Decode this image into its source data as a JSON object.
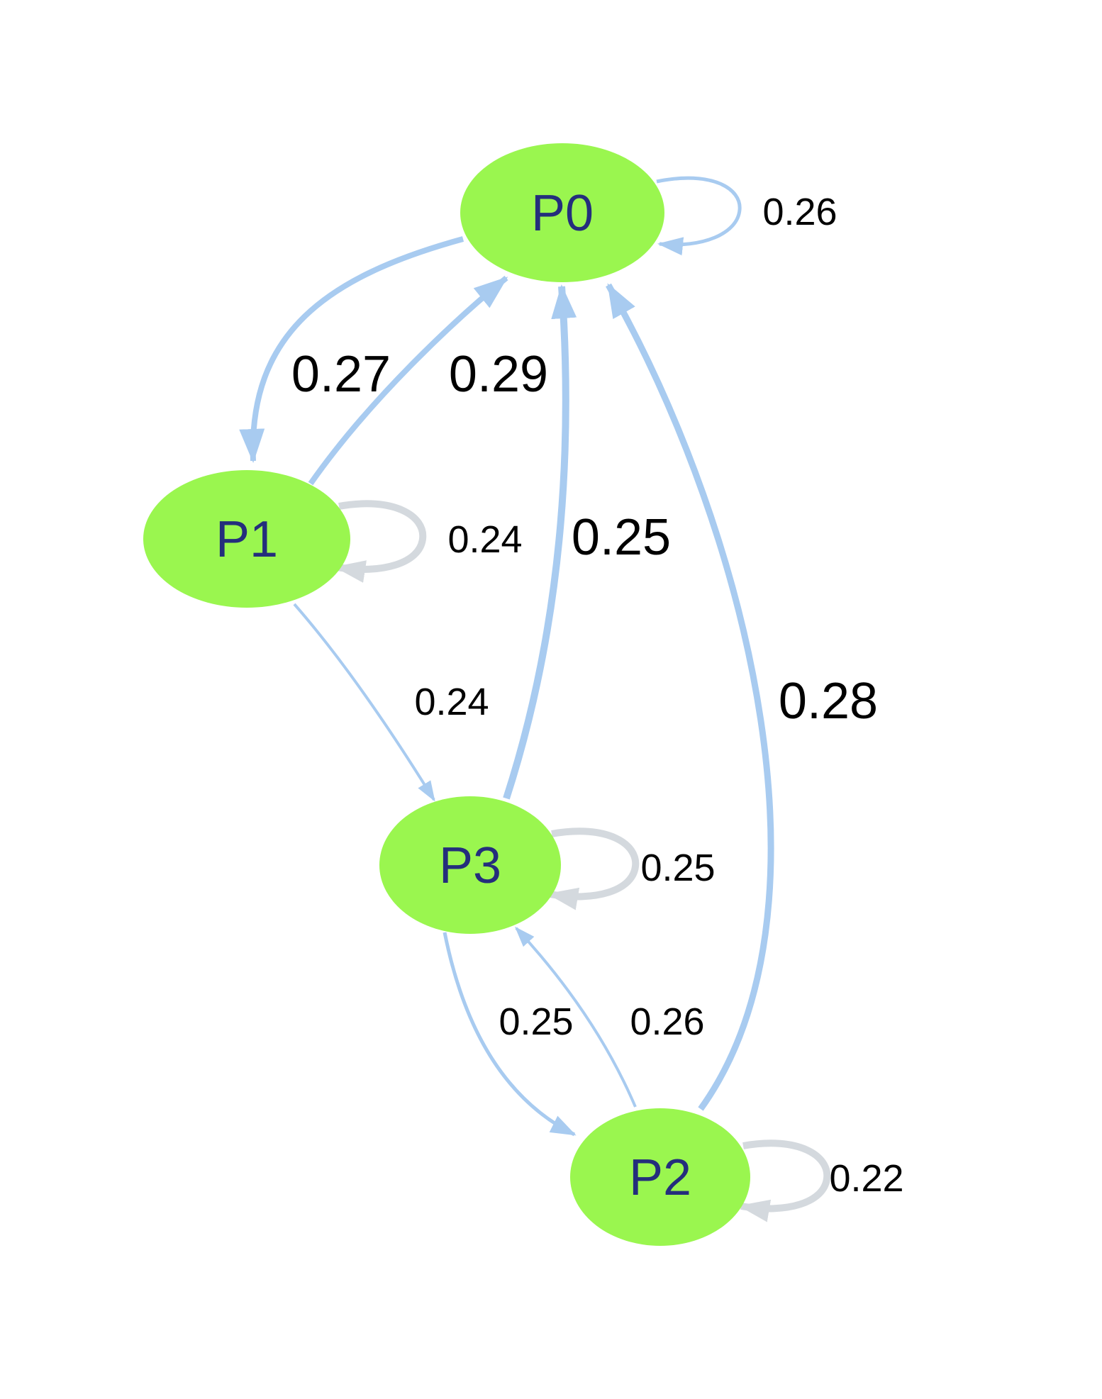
{
  "diagram": {
    "title": "state transition graph",
    "background": "#ffffff"
  },
  "colors": {
    "node_fill": "#9af64f",
    "node_label": "#242e7c",
    "edge_blue": "#a8cbf0",
    "edge_gray": "#d4d9de",
    "edge_label": "#000000"
  },
  "nodes": [
    {
      "id": "P0",
      "label": "P0"
    },
    {
      "id": "P1",
      "label": "P1"
    },
    {
      "id": "P3",
      "label": "P3"
    },
    {
      "id": "P2",
      "label": "P2"
    }
  ],
  "edges": [
    {
      "from": "P0",
      "to": "P0",
      "label": "0.26"
    },
    {
      "from": "P0",
      "to": "P1",
      "label": "0.27"
    },
    {
      "from": "P1",
      "to": "P0",
      "label": "0.29"
    },
    {
      "from": "P1",
      "to": "P1",
      "label": "0.24"
    },
    {
      "from": "P1",
      "to": "P3",
      "label": "0.24"
    },
    {
      "from": "P3",
      "to": "P0",
      "label": "0.25"
    },
    {
      "from": "P3",
      "to": "P3",
      "label": "0.25"
    },
    {
      "from": "P3",
      "to": "P2",
      "label": "0.25"
    },
    {
      "from": "P2",
      "to": "P3",
      "label": "0.26"
    },
    {
      "from": "P2",
      "to": "P0",
      "label": "0.28"
    },
    {
      "from": "P2",
      "to": "P2",
      "label": "0.22"
    }
  ]
}
